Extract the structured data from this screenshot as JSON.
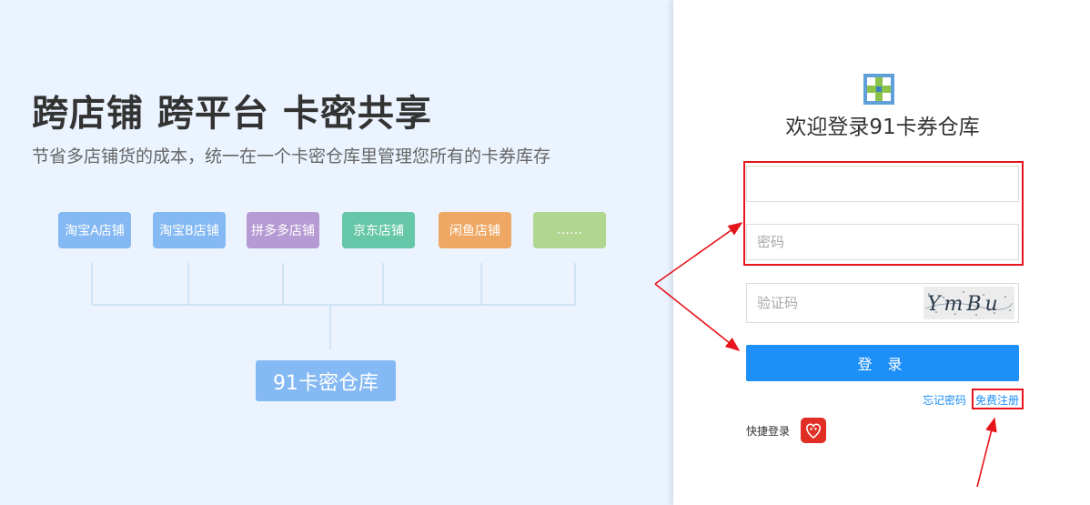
{
  "left": {
    "title": "跨店铺 跨平台 卡密共享",
    "subtitle": "节省多店铺货的成本，统一在一个卡密仓库里管理您所有的卡券库存",
    "stores": [
      {
        "label": "淘宝A店铺",
        "color": "#85b9f3"
      },
      {
        "label": "淘宝B店铺",
        "color": "#85b9f3"
      },
      {
        "label": "拼多多店铺",
        "color": "#b69ad3"
      },
      {
        "label": "京东店铺",
        "color": "#66c7a8"
      },
      {
        "label": "闲鱼店铺",
        "color": "#eea864"
      },
      {
        "label": "……",
        "color": "#b1d690"
      }
    ],
    "warehouse": "91卡密仓库"
  },
  "login": {
    "title": "欢迎登录91卡券仓库",
    "username_value": "",
    "password_placeholder": "密码",
    "captcha_placeholder": "验证码",
    "captcha_text": "YmBu",
    "submit_label": "登 录",
    "forgot_label": "忘记密码",
    "register_label": "免费注册",
    "quick_login_label": "快捷登录",
    "quick_login_icon": "pinduoduo-icon"
  },
  "colors": {
    "accent": "#1d8ff8",
    "annotation": "#e8141b",
    "left_bg": "#eaf3fe"
  }
}
